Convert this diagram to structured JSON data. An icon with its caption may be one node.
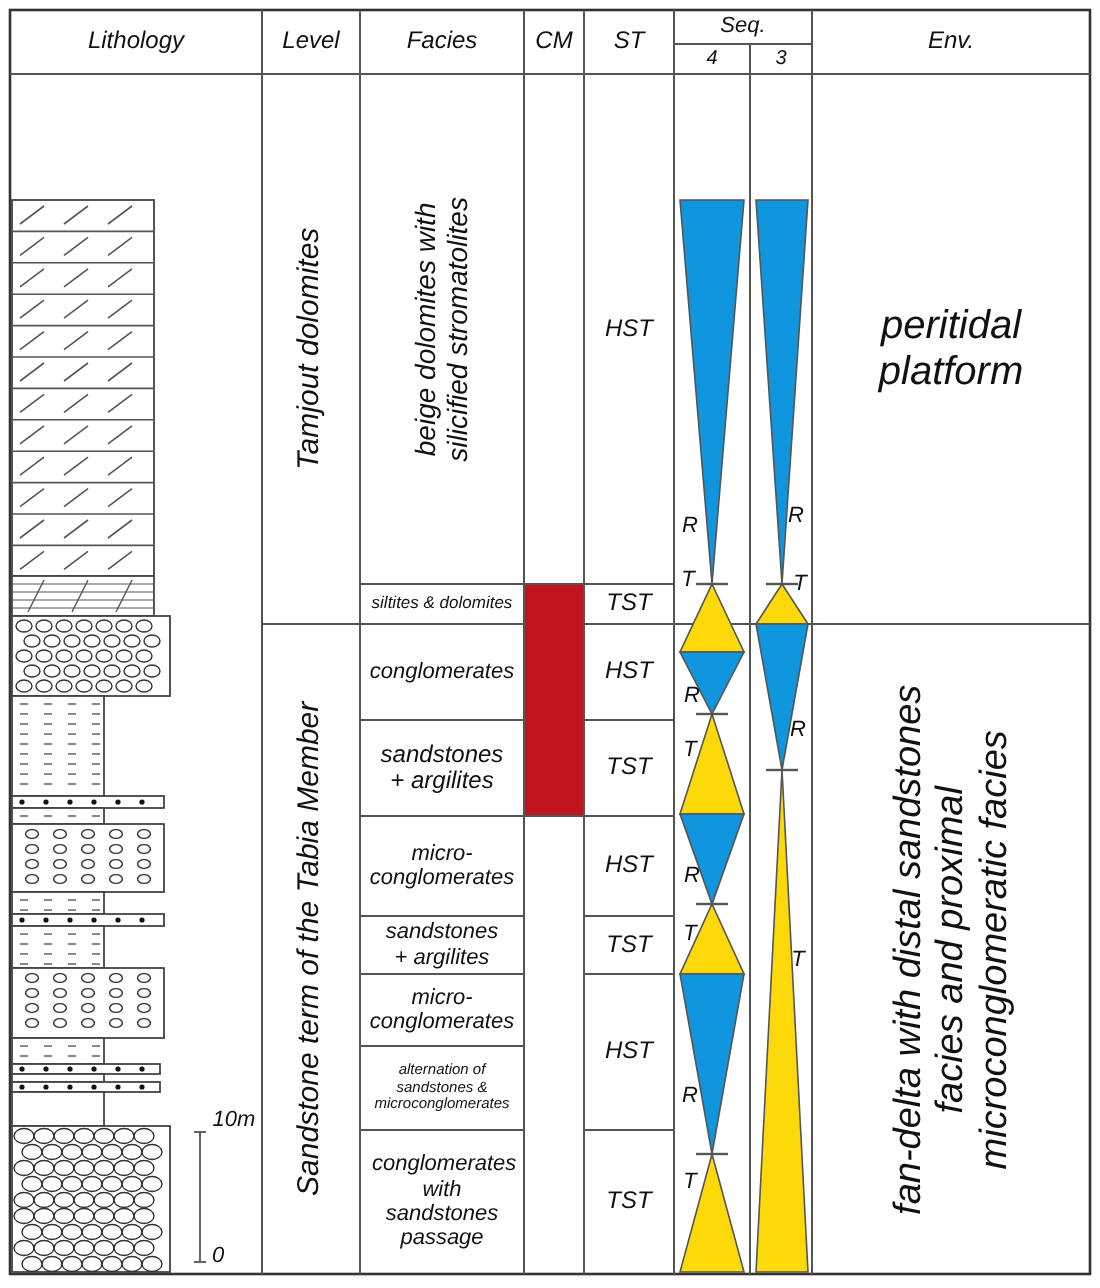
{
  "diagram": {
    "nodes": [
      {
        "text": [],
        "shape": "bar"
      }
    ],
    "labels": [
      "Lithology",
      "Level",
      "Facies",
      "CM",
      "ST",
      "Seq.",
      "Env.",
      "4",
      "3",
      "Tamjout dolomites",
      "beige dolomites with silicified stromatolites",
      "HST",
      "peritidal platform",
      "R",
      "R",
      "T",
      "T",
      "siltites & dolomites",
      "TST",
      "Sandstone term of the Tabia Member",
      "conglomerates",
      "HST",
      "R",
      "R",
      "fan-delta with distal sandstones facies and proximal microconglomeratic facies",
      "sandstones + argilites",
      "TST",
      "T",
      "micro-conglomerates",
      "HST",
      "R",
      "sandstones + argilites",
      "TST",
      "T",
      "T",
      "micro-conglomerates",
      "HST",
      "alternation of sandstones & microconglomerates",
      "R",
      "10m",
      "conglomerates with sandstones passage",
      "TST",
      "T",
      "0"
    ]
  }
}
